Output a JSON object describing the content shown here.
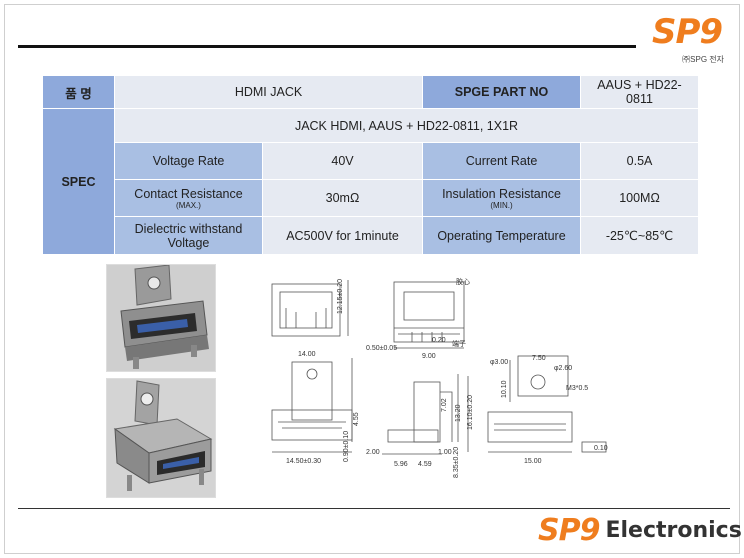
{
  "logo": {
    "mark": "SP9",
    "sub": "㈜SPG 전자",
    "bottom_mark": "SP9",
    "bottom_word": "Electronics",
    "brand_color": "#ef7d1e"
  },
  "table": {
    "name_label": "품 명",
    "name_value": "HDMI JACK",
    "part_label": "SPGE PART NO",
    "part_value": "AAUS + HD22-0811",
    "spec_label": "SPEC",
    "spec_desc": "JACK HDMI, AAUS + HD22-0811, 1X1R",
    "rows": [
      {
        "l1": "Voltage Rate",
        "l1_sub": "",
        "v1": "40V",
        "l2": "Current Rate",
        "l2_sub": "",
        "v2": "0.5A"
      },
      {
        "l1": "Contact Resistance",
        "l1_sub": "(MAX.)",
        "v1": "30mΩ",
        "l2": "Insulation Resistance",
        "l2_sub": "(MIN.)",
        "v2": "100MΩ"
      },
      {
        "l1": "Dielectric withstand Voltage",
        "l1_sub": "",
        "v1": "AC500V for 1minute",
        "l2": "Operating Temperature",
        "l2_sub": "",
        "v2": "-25℃~85℃"
      }
    ],
    "colors": {
      "header": "#8ea9db",
      "label": "#a9bfe3",
      "value": "#e6eaf2"
    }
  },
  "drawing": {
    "dims": {
      "d1": "12.15±0.20",
      "d2": "0.50±0.05",
      "d3": "0.20",
      "d4": "9.00",
      "d5": "14.00",
      "d6": "7.50",
      "d7": "φ3.00",
      "d8": "φ2.60",
      "d9": "M3*0.5",
      "d10": "10.10",
      "d11": "7.02",
      "d12": "13.20",
      "d13": "16.10±0.20",
      "d14": "4.55",
      "d15": "0.90±0.10",
      "d16": "14.50±0.30",
      "d17": "2.00",
      "d18": "1.00",
      "d19": "5.96",
      "d20": "4.59",
      "d21": "8.35±0.20",
      "d22": "15.00",
      "d23": "0.10"
    },
    "notes": {
      "n1": "胶心",
      "n2": "端子"
    }
  }
}
